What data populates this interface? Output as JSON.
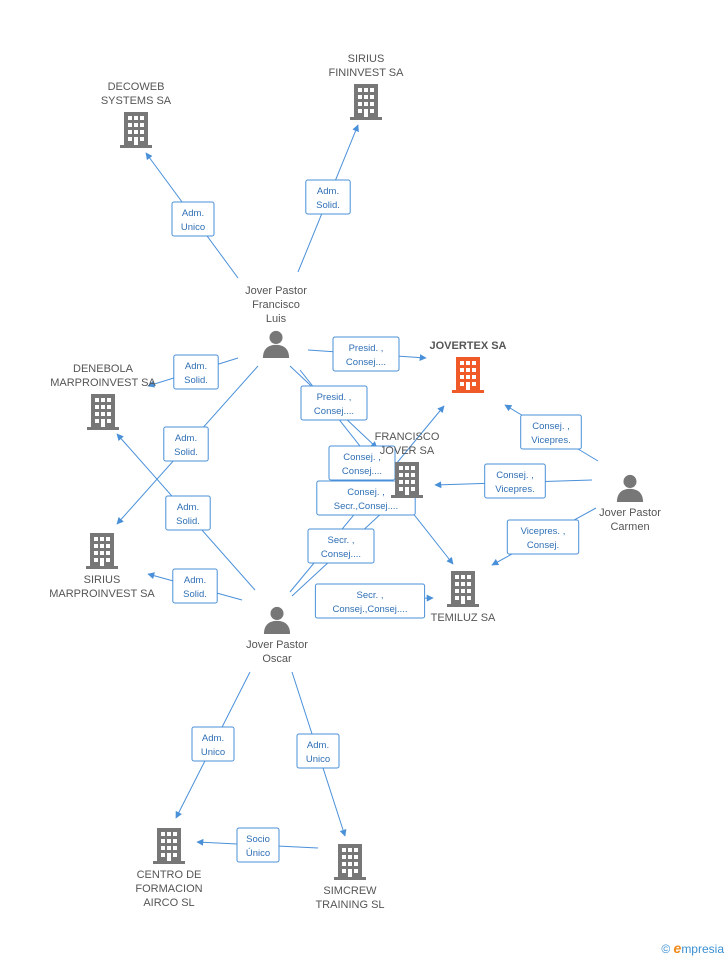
{
  "colors": {
    "edge": "#4a90d9",
    "edge_text": "#2f6fb5",
    "company": "#777777",
    "company_main": "#f05a28",
    "person": "#777777",
    "label": "#555555"
  },
  "watermark": {
    "copyright": "©",
    "brand_initial": "e",
    "brand_rest": "mpresia"
  },
  "nodes": [
    {
      "id": "decoweb",
      "type": "company",
      "lines": [
        "DECOWEB",
        "SYSTEMS SA"
      ],
      "label_pos": "above"
    },
    {
      "id": "sirius_fin",
      "type": "company",
      "lines": [
        "SIRIUS",
        "FININVEST SA"
      ],
      "label_pos": "above"
    },
    {
      "id": "francisco_luis",
      "type": "person",
      "lines": [
        "Jover Pastor",
        "Francisco",
        "Luis"
      ],
      "label_pos": "above"
    },
    {
      "id": "jovertex",
      "type": "company_main",
      "lines": [
        "JOVERTEX SA"
      ],
      "label_pos": "above"
    },
    {
      "id": "denebola",
      "type": "company",
      "lines": [
        "DENEBOLA",
        "MARPROINVEST SA"
      ],
      "label_pos": "above"
    },
    {
      "id": "francisco_jover",
      "type": "company",
      "lines": [
        "FRANCISCO",
        "JOVER SA"
      ],
      "label_pos": "above"
    },
    {
      "id": "carmen",
      "type": "person",
      "lines": [
        "Jover Pastor",
        "Carmen"
      ],
      "label_pos": "below"
    },
    {
      "id": "sirius_marpro",
      "type": "company",
      "lines": [
        "SIRIUS",
        "MARPROINVEST SA"
      ],
      "label_pos": "below"
    },
    {
      "id": "temiluz",
      "type": "company",
      "lines": [
        "TEMILUZ SA"
      ],
      "label_pos": "below"
    },
    {
      "id": "oscar",
      "type": "person",
      "lines": [
        "Jover Pastor",
        "Oscar"
      ],
      "label_pos": "below"
    },
    {
      "id": "centro",
      "type": "company",
      "lines": [
        "CENTRO DE",
        "FORMACION",
        "AIRCO  SL"
      ],
      "label_pos": "below"
    },
    {
      "id": "simcrew",
      "type": "company",
      "lines": [
        "SIMCREW",
        "TRAINING SL"
      ],
      "label_pos": "below"
    }
  ],
  "edges": [
    {
      "from": "francisco_luis",
      "to": "decoweb",
      "label": [
        "Adm.",
        "Unico"
      ]
    },
    {
      "from": "francisco_luis",
      "to": "sirius_fin",
      "label": [
        "Adm.",
        "Solid."
      ]
    },
    {
      "from": "francisco_luis",
      "to": "denebola",
      "label": [
        "Adm.",
        "Solid."
      ]
    },
    {
      "from": "francisco_luis",
      "to": "jovertex",
      "label": [
        "Presid. ,",
        "Consej...."
      ]
    },
    {
      "from": "francisco_luis",
      "to": "francisco_jover",
      "label": [
        "Presid. ,",
        "Consej...."
      ]
    },
    {
      "from": "francisco_luis",
      "to": "temiluz",
      "label": [
        "Consej. ,",
        "Consej...."
      ]
    },
    {
      "from": "francisco_luis",
      "to": "sirius_marpro",
      "label": [
        "Adm.",
        "Solid."
      ]
    },
    {
      "from": "oscar",
      "to": "denebola",
      "label": [
        "Adm.",
        "Solid."
      ]
    },
    {
      "from": "oscar",
      "to": "sirius_marpro",
      "label": [
        "Adm.",
        "Solid."
      ]
    },
    {
      "from": "oscar",
      "to": "jovertex",
      "label": [
        "Consej. ,",
        "Secr.,Consej...."
      ]
    },
    {
      "from": "oscar",
      "to": "francisco_jover",
      "label": [
        "Secr. ,",
        "Consej...."
      ]
    },
    {
      "from": "oscar",
      "to": "temiluz",
      "label": [
        "Secr. ,",
        "Consej.,Consej...."
      ]
    },
    {
      "from": "oscar",
      "to": "centro",
      "label": [
        "Adm.",
        "Unico"
      ]
    },
    {
      "from": "oscar",
      "to": "simcrew",
      "label": [
        "Adm.",
        "Unico"
      ]
    },
    {
      "from": "simcrew",
      "to": "centro",
      "label": [
        "Socio",
        "Único"
      ]
    },
    {
      "from": "carmen",
      "to": "jovertex",
      "label": [
        "Consej. ,",
        "Vicepres."
      ]
    },
    {
      "from": "carmen",
      "to": "francisco_jover",
      "label": [
        "Consej. ,",
        "Vicepres."
      ]
    },
    {
      "from": "carmen",
      "to": "temiluz",
      "label": [
        "Vicepres. ,",
        "Consej."
      ]
    }
  ]
}
